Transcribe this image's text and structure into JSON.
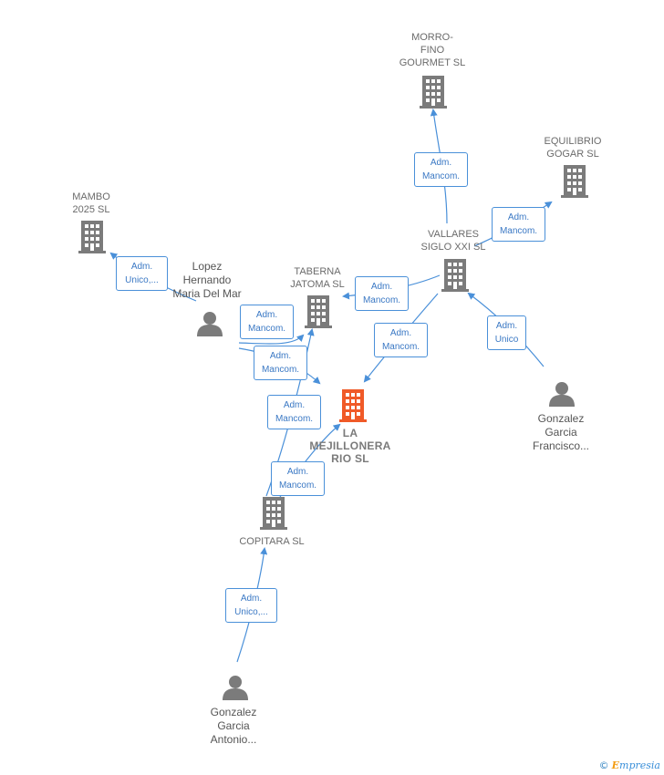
{
  "colors": {
    "company_icon": "#7b7b7b",
    "main_icon": "#f05a28",
    "person_icon": "#7b7b7b",
    "edge": "#4a90d9",
    "edge_text": "#3a78c4"
  },
  "nodes": {
    "morro_fino": {
      "label": "MORRO-\nFINO\nGOURMET  SL",
      "icon": "building-icon"
    },
    "equilibrio": {
      "label": "EQUILIBRIO\nGOGAR SL",
      "icon": "building-icon"
    },
    "mambo": {
      "label": "MAMBO\n2025  SL",
      "icon": "building-icon"
    },
    "vallares": {
      "label": "VALLARES\nSIGLO XXI SL",
      "icon": "building-icon"
    },
    "taberna": {
      "label": "TABERNA\nJATOMA SL",
      "icon": "building-icon"
    },
    "lopez": {
      "label": "Lopez\nHernando\nMaria Del Mar",
      "icon": "person-icon"
    },
    "mejillonera": {
      "label": "LA\nMEJILLONERA\nRIO  SL",
      "icon": "building-icon"
    },
    "gonzalez_francisco": {
      "label": "Gonzalez\nGarcia\nFrancisco...",
      "icon": "person-icon"
    },
    "copitara": {
      "label": "COPITARA  SL",
      "icon": "building-icon"
    },
    "gonzalez_antonio": {
      "label": "Gonzalez\nGarcia\nAntonio...",
      "icon": "person-icon"
    }
  },
  "edges": [
    {
      "id": "vallares_morro",
      "label": "Adm.\nMancom."
    },
    {
      "id": "vallares_equilibrio",
      "label": "Adm.\nMancom."
    },
    {
      "id": "lopez_mambo",
      "label": "Adm.\nUnico,..."
    },
    {
      "id": "vallares_taberna",
      "label": "Adm.\nMancom."
    },
    {
      "id": "vallares_mejillonera",
      "label": "Adm.\nMancom."
    },
    {
      "id": "francisco_vallares",
      "label": "Adm.\nUnico"
    },
    {
      "id": "lopez_taberna",
      "label": "Adm.\nMancom."
    },
    {
      "id": "lopez_mejillonera",
      "label": "Adm.\nMancom."
    },
    {
      "id": "copitara_taberna",
      "label": "Adm.\nMancom."
    },
    {
      "id": "copitara_mejillonera",
      "label": "Adm.\nMancom."
    },
    {
      "id": "antonio_copitara",
      "label": "Adm.\nUnico,..."
    }
  ],
  "footer": {
    "copyright": "©",
    "brand_initial": "E",
    "brand_rest": "mpresia"
  }
}
